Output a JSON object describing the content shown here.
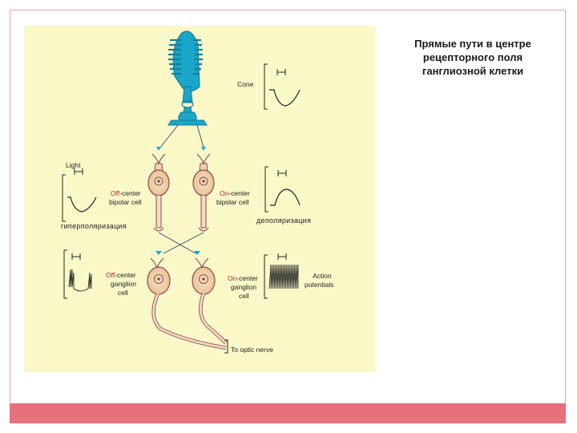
{
  "title": "Прямые пути в центре рецепторного поля ганглиозной клетки",
  "labels": {
    "cone": "Cone",
    "light": "Light",
    "off_bipolar_prefix": "Off",
    "off_bipolar_rest": "-center",
    "off_bipolar_line2": "bipolar cell",
    "on_bipolar_prefix": "On",
    "on_bipolar_rest": "-center",
    "on_bipolar_line2": "bipolar cell",
    "hyperpolarization": "гиперполяризация",
    "depolarization": "деполяризация",
    "off_ganglion_prefix": "Off",
    "off_ganglion_rest": "-center",
    "off_ganglion_line2": "ganglion",
    "off_ganglion_line3": "cell",
    "on_ganglion_prefix": "On",
    "on_ganglion_rest": "-center",
    "on_ganglion_line2": "ganglion",
    "on_ganglion_line3": "cell",
    "action_line1": "Action",
    "action_line2": "potentials",
    "optic_nerve": "To optic nerve"
  },
  "colors": {
    "cone": "#1aa6c8",
    "cone_dark": "#127f9c",
    "neuron": "#f0d6a9",
    "neuron_outline": "#8a4a5a",
    "axon": "#f4dcc0",
    "panel": "#fbf8c8",
    "footer": "#e8707d",
    "accent_red": "#b3262f"
  }
}
